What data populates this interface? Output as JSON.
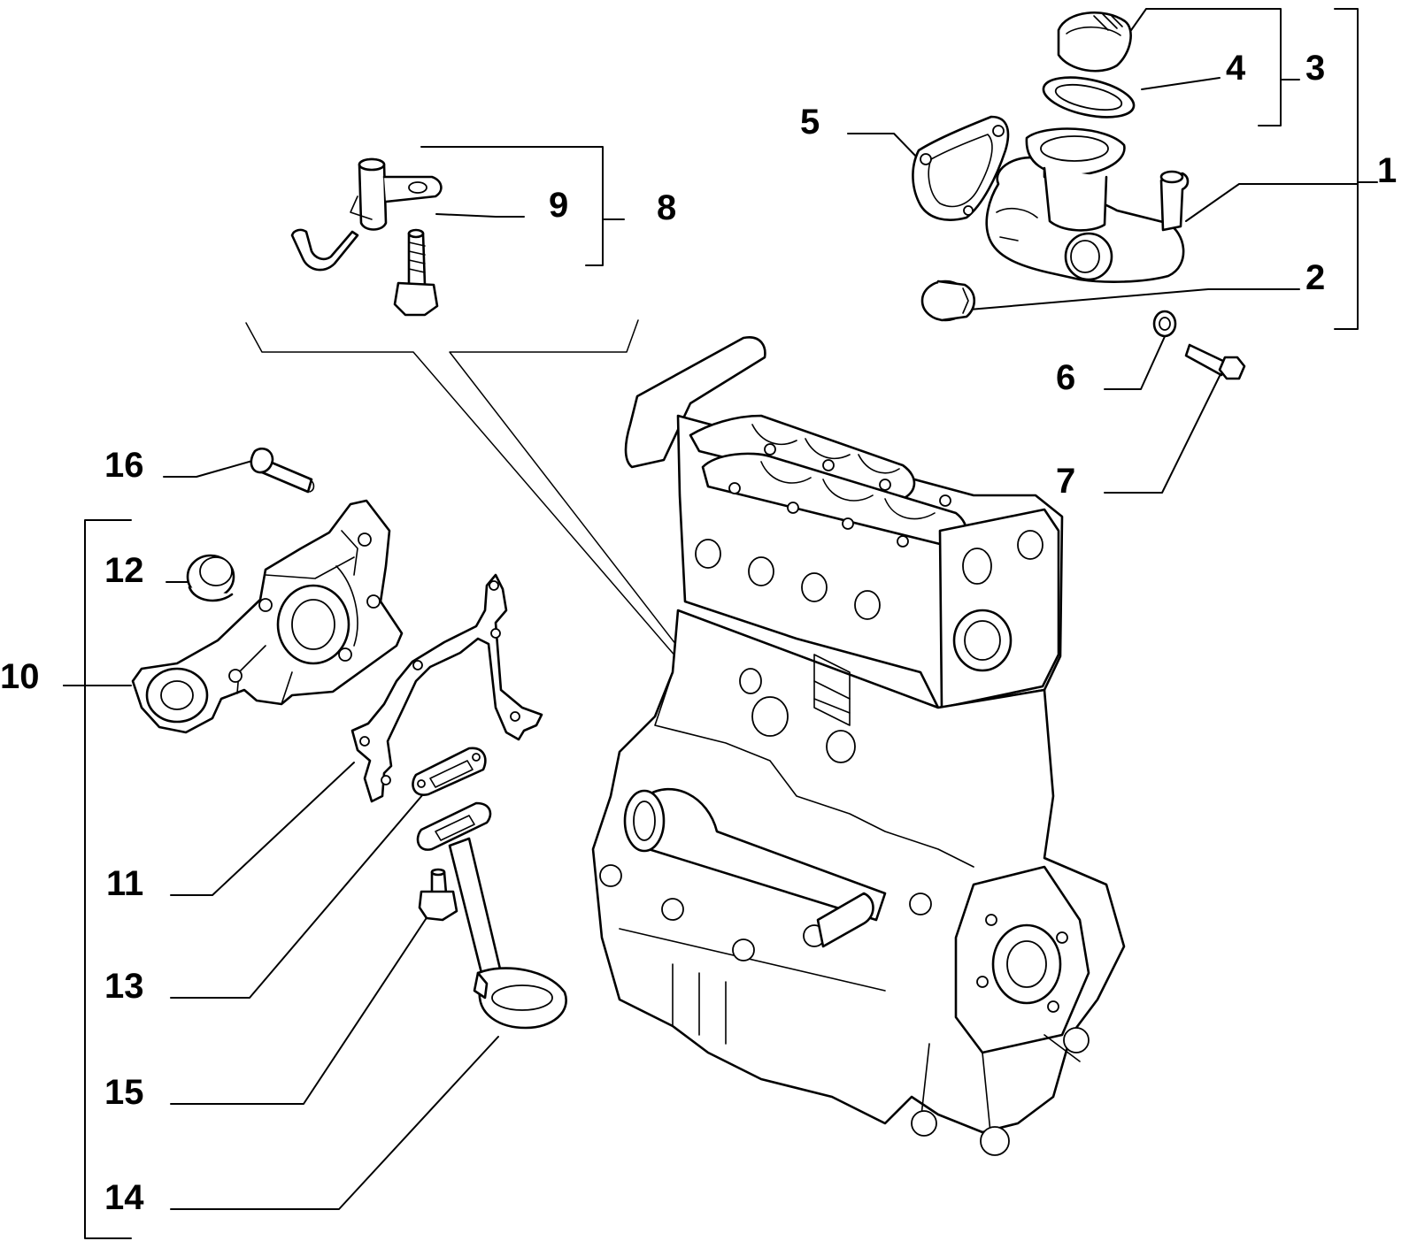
{
  "callouts": [
    "1",
    "2",
    "3",
    "4",
    "5",
    "6",
    "7",
    "8",
    "9",
    "10",
    "11",
    "12",
    "13",
    "14",
    "15",
    "16"
  ],
  "parts": {
    "engine": "engine-block-icon",
    "thermostat": "thermostat-housing-icon",
    "oil_pump": "oil-pump-icon",
    "pickup": "oil-pickup-icon"
  },
  "colors": {
    "ink": "#000000",
    "paper": "#ffffff"
  }
}
